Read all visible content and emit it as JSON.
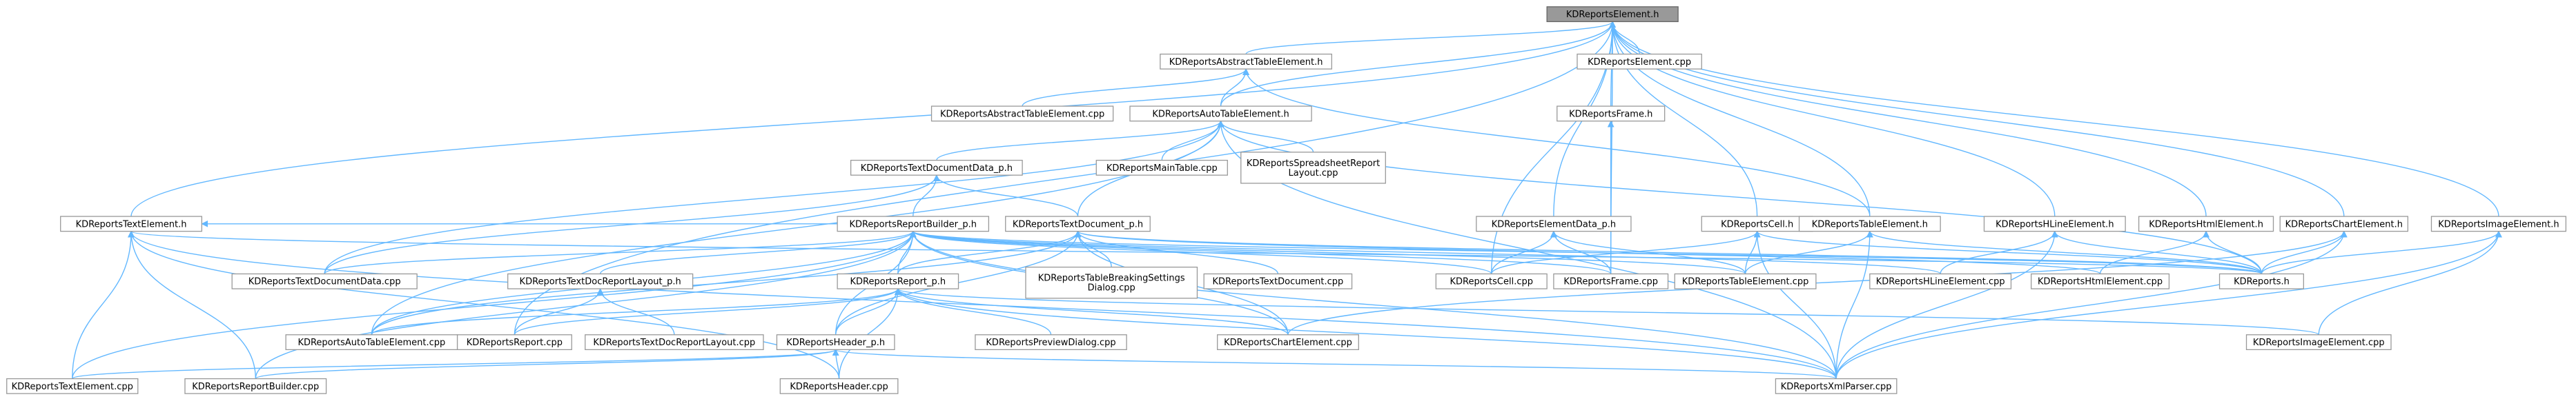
{
  "graph": {
    "root": "n1",
    "node_color": "#ffffff",
    "root_color": "#999999",
    "border_color": "#999999",
    "edge_color": "#63b8ff",
    "nodes": [
      {
        "id": "n1",
        "label": "KDReportsElement.h",
        "root": true
      },
      {
        "id": "n2",
        "label": "KDReportsAbstractTableElement.h"
      },
      {
        "id": "n3",
        "label": "KDReportsElement.cpp"
      },
      {
        "id": "n4",
        "label": "KDReportsAbstractTableElement.cpp"
      },
      {
        "id": "n5",
        "label": "KDReportsAutoTableElement.h"
      },
      {
        "id": "n6",
        "label": "KDReportsFrame.h"
      },
      {
        "id": "n7",
        "label": "KDReportsTextDocumentData_p.h"
      },
      {
        "id": "n8",
        "label": "KDReportsMainTable.cpp"
      },
      {
        "id": "n9",
        "label": [
          "KDReportsSpreadsheetReport",
          "Layout.cpp"
        ]
      },
      {
        "id": "n10",
        "label": "KDReportsTextElement.h"
      },
      {
        "id": "n11",
        "label": "KDReportsReportBuilder_p.h"
      },
      {
        "id": "n12",
        "label": "KDReportsTextDocument_p.h"
      },
      {
        "id": "n13",
        "label": "KDReportsElementData_p.h"
      },
      {
        "id": "n14",
        "label": "KDReportsCell.h"
      },
      {
        "id": "n15",
        "label": "KDReportsTableElement.h"
      },
      {
        "id": "n16",
        "label": "KDReportsHLineElement.h"
      },
      {
        "id": "n17",
        "label": "KDReportsHtmlElement.h"
      },
      {
        "id": "n18",
        "label": "KDReportsChartElement.h"
      },
      {
        "id": "n19",
        "label": "KDReportsImageElement.h"
      },
      {
        "id": "n20",
        "label": "KDReportsTextDocumentData.cpp"
      },
      {
        "id": "n21",
        "label": "KDReportsTextDocReportLayout_p.h"
      },
      {
        "id": "n22",
        "label": [
          "KDReportsTableBreakingSettings",
          "Dialog.cpp"
        ]
      },
      {
        "id": "n23",
        "label": "KDReportsTextDocument.cpp"
      },
      {
        "id": "n24",
        "label": "KDReportsCell.cpp"
      },
      {
        "id": "n25",
        "label": "KDReportsFrame.cpp"
      },
      {
        "id": "n26",
        "label": "KDReportsTableElement.cpp"
      },
      {
        "id": "n27",
        "label": "KDReportsHLineElement.cpp"
      },
      {
        "id": "n28",
        "label": "KDReportsHtmlElement.cpp"
      },
      {
        "id": "n29",
        "label": "KDReports.h"
      },
      {
        "id": "n30",
        "label": "KDReportsReport_p.h"
      },
      {
        "id": "n31",
        "label": "KDReportsAutoTableElement.cpp"
      },
      {
        "id": "n32",
        "label": "KDReportsReport.cpp"
      },
      {
        "id": "n33",
        "label": "KDReportsTextDocReportLayout.cpp"
      },
      {
        "id": "n34",
        "label": "KDReportsPreviewDialog.cpp"
      },
      {
        "id": "n35",
        "label": "KDReportsChartElement.cpp"
      },
      {
        "id": "n36",
        "label": "KDReportsImageElement.cpp"
      },
      {
        "id": "n37",
        "label": "KDReportsHeader_p.h"
      },
      {
        "id": "n38",
        "label": "KDReportsTextElement.cpp"
      },
      {
        "id": "n39",
        "label": "KDReportsReportBuilder.cpp"
      },
      {
        "id": "n40",
        "label": "KDReportsHeader.cpp"
      },
      {
        "id": "n41",
        "label": "KDReportsXmlParser.cpp"
      }
    ],
    "edges": [
      [
        "n1",
        "n2"
      ],
      [
        "n1",
        "n3"
      ],
      [
        "n1",
        "n5"
      ],
      [
        "n1",
        "n6"
      ],
      [
        "n1",
        "n10"
      ],
      [
        "n1",
        "n13"
      ],
      [
        "n1",
        "n14"
      ],
      [
        "n1",
        "n15"
      ],
      [
        "n1",
        "n16"
      ],
      [
        "n1",
        "n17"
      ],
      [
        "n1",
        "n18"
      ],
      [
        "n1",
        "n19"
      ],
      [
        "n1",
        "n24"
      ],
      [
        "n1",
        "n25"
      ],
      [
        "n1",
        "n32"
      ],
      [
        "n2",
        "n4"
      ],
      [
        "n2",
        "n5"
      ],
      [
        "n2",
        "n15"
      ],
      [
        "n5",
        "n7"
      ],
      [
        "n5",
        "n8"
      ],
      [
        "n5",
        "n9"
      ],
      [
        "n5",
        "n12"
      ],
      [
        "n5",
        "n29"
      ],
      [
        "n5",
        "n31"
      ],
      [
        "n5",
        "n41"
      ],
      [
        "n5",
        "n20"
      ],
      [
        "n6",
        "n25"
      ],
      [
        "n7",
        "n11"
      ],
      [
        "n7",
        "n12"
      ],
      [
        "n7",
        "n20"
      ],
      [
        "n10",
        "n11"
      ],
      [
        "n10",
        "n29"
      ],
      [
        "n10",
        "n38"
      ],
      [
        "n10",
        "n39"
      ],
      [
        "n10",
        "n40"
      ],
      [
        "n10",
        "n41"
      ],
      [
        "n11",
        "n20"
      ],
      [
        "n11",
        "n21"
      ],
      [
        "n11",
        "n30"
      ],
      [
        "n11",
        "n37"
      ],
      [
        "n11",
        "n24"
      ],
      [
        "n11",
        "n25"
      ],
      [
        "n11",
        "n26"
      ],
      [
        "n11",
        "n35"
      ],
      [
        "n11",
        "n38"
      ],
      [
        "n11",
        "n39"
      ],
      [
        "n11",
        "n31"
      ],
      [
        "n11",
        "n41"
      ],
      [
        "n11",
        "n29"
      ],
      [
        "n11",
        "n27"
      ],
      [
        "n12",
        "n22"
      ],
      [
        "n12",
        "n23"
      ],
      [
        "n12",
        "n30"
      ],
      [
        "n12",
        "n31"
      ],
      [
        "n12",
        "n35"
      ],
      [
        "n12",
        "n37"
      ],
      [
        "n12",
        "n29"
      ],
      [
        "n12",
        "n28"
      ],
      [
        "n13",
        "n24"
      ],
      [
        "n13",
        "n25"
      ],
      [
        "n13",
        "n26"
      ],
      [
        "n14",
        "n24"
      ],
      [
        "n14",
        "n26"
      ],
      [
        "n14",
        "n29"
      ],
      [
        "n14",
        "n41"
      ],
      [
        "n15",
        "n26"
      ],
      [
        "n15",
        "n29"
      ],
      [
        "n15",
        "n41"
      ],
      [
        "n16",
        "n27"
      ],
      [
        "n16",
        "n29"
      ],
      [
        "n16",
        "n41"
      ],
      [
        "n17",
        "n28"
      ],
      [
        "n17",
        "n29"
      ],
      [
        "n18",
        "n29"
      ],
      [
        "n18",
        "n35"
      ],
      [
        "n18",
        "n41"
      ],
      [
        "n19",
        "n29"
      ],
      [
        "n19",
        "n36"
      ],
      [
        "n19",
        "n41"
      ],
      [
        "n21",
        "n32"
      ],
      [
        "n21",
        "n33"
      ],
      [
        "n30",
        "n31"
      ],
      [
        "n30",
        "n32"
      ],
      [
        "n30",
        "n34"
      ],
      [
        "n30",
        "n35"
      ],
      [
        "n30",
        "n36"
      ],
      [
        "n30",
        "n37"
      ],
      [
        "n30",
        "n40"
      ],
      [
        "n30",
        "n41"
      ],
      [
        "n37",
        "n38"
      ],
      [
        "n37",
        "n39"
      ],
      [
        "n37",
        "n40"
      ],
      [
        "n37",
        "n41"
      ]
    ]
  }
}
